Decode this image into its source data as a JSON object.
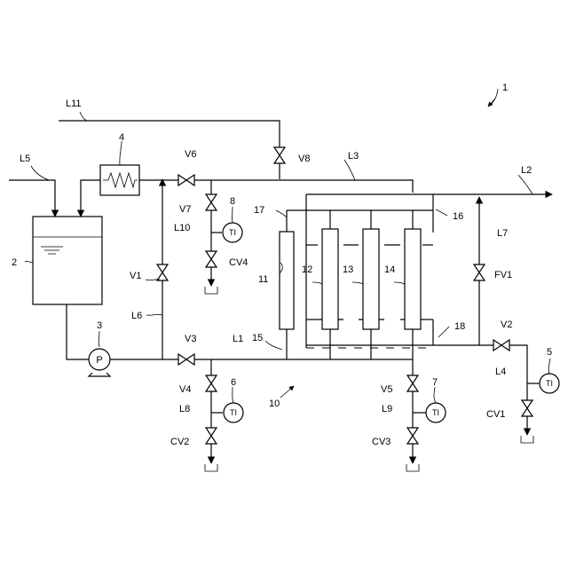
{
  "labels": {
    "system": "1",
    "tank": "2",
    "pump_ref": "3",
    "heater": "4",
    "ti5": "5",
    "ti6": "6",
    "ti7": "7",
    "ti8": "8",
    "zone": "10",
    "col11": "11",
    "col12": "12",
    "col13": "13",
    "col14": "14",
    "header15": "15",
    "header16": "16",
    "header17": "17",
    "header18": "18",
    "L1": "L1",
    "L2": "L2",
    "L3": "L3",
    "L4": "L4",
    "L5": "L5",
    "L6": "L6",
    "L7": "L7",
    "L8": "L8",
    "L9": "L9",
    "L10": "L10",
    "L11": "L11",
    "V1": "V1",
    "V2": "V2",
    "V3": "V3",
    "V4": "V4",
    "V5": "V5",
    "V6": "V6",
    "V7": "V7",
    "V8": "V8",
    "CV1": "CV1",
    "CV2": "CV2",
    "CV3": "CV3",
    "CV4": "CV4",
    "FV1": "FV1"
  },
  "instruments": {
    "ti": "TI",
    "pump": "P"
  }
}
